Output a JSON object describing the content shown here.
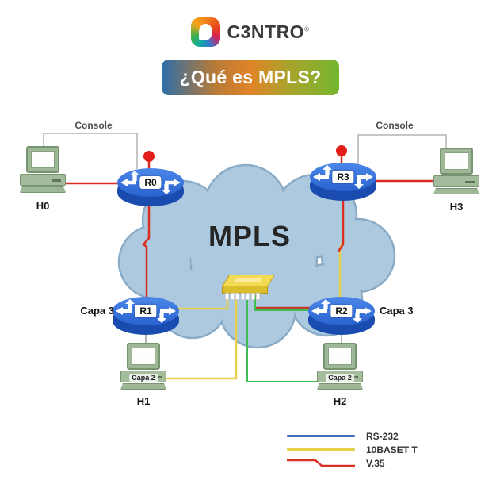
{
  "header": {
    "brand": "C3NTRO",
    "trademark": "®",
    "banner_title": "¿Qué es MPLS?"
  },
  "cloud_label": "MPLS",
  "annotations": {
    "console_left": "Console",
    "console_right": "Console",
    "capa3_left": "Capa 3",
    "capa3_right": "Capa 3"
  },
  "nodes": {
    "h0": {
      "label": "H0"
    },
    "h1": {
      "label": "H1",
      "tag": "Capa 2"
    },
    "h2": {
      "label": "H2",
      "tag": "Capa 2"
    },
    "h3": {
      "label": "H3"
    },
    "r0": {
      "label": "R0"
    },
    "r1": {
      "label": "R1"
    },
    "r2": {
      "label": "R2"
    },
    "r3": {
      "label": "R3"
    }
  },
  "legend": {
    "items": [
      {
        "label": "RS-232",
        "color": "#3e6fc1",
        "style": "straight"
      },
      {
        "label": "10BASET T",
        "color": "#e8d14a",
        "style": "straight"
      },
      {
        "label": "V.35",
        "color": "#d93025",
        "style": "zigzag"
      }
    ]
  },
  "colors": {
    "cloud_fill": "#adc9e0",
    "cloud_stroke": "#8aabc6",
    "router_blue": "#2a63cf",
    "host_green": "#9db797",
    "switch_yellow": "#f2da52",
    "line_red": "#d92f23",
    "line_yellow": "#e8d14a",
    "line_green": "#3fbf53",
    "line_gray": "#b3b3b3"
  }
}
